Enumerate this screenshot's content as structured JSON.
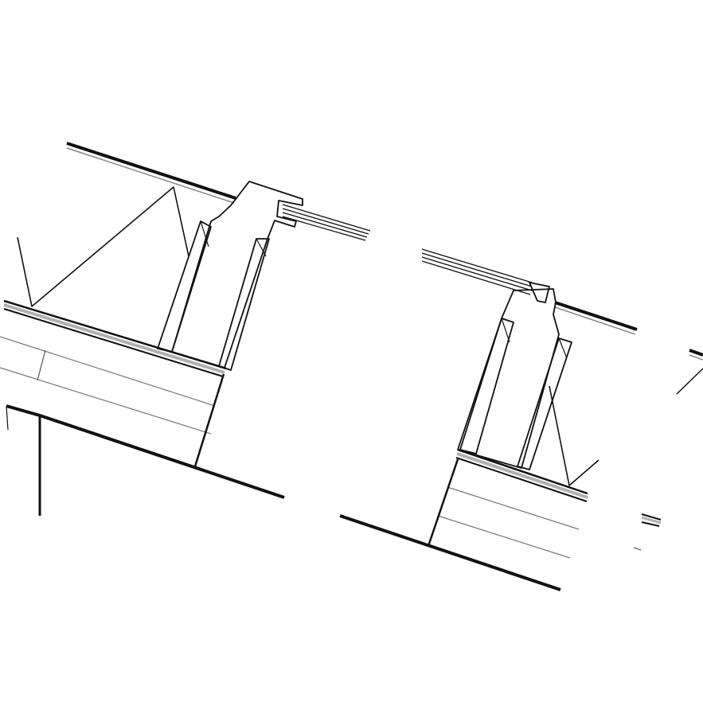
{
  "drawing": {
    "type": "architectural-section-detail",
    "colors": {
      "stroke": "#111111",
      "secondary_stroke": "#888888",
      "fill": "#b0b0b0",
      "background": "#ffffff"
    },
    "parts": [
      "left-roof-section",
      "left-upstand",
      "right-roof-section",
      "right-upstand",
      "right-edge-fragments"
    ]
  }
}
